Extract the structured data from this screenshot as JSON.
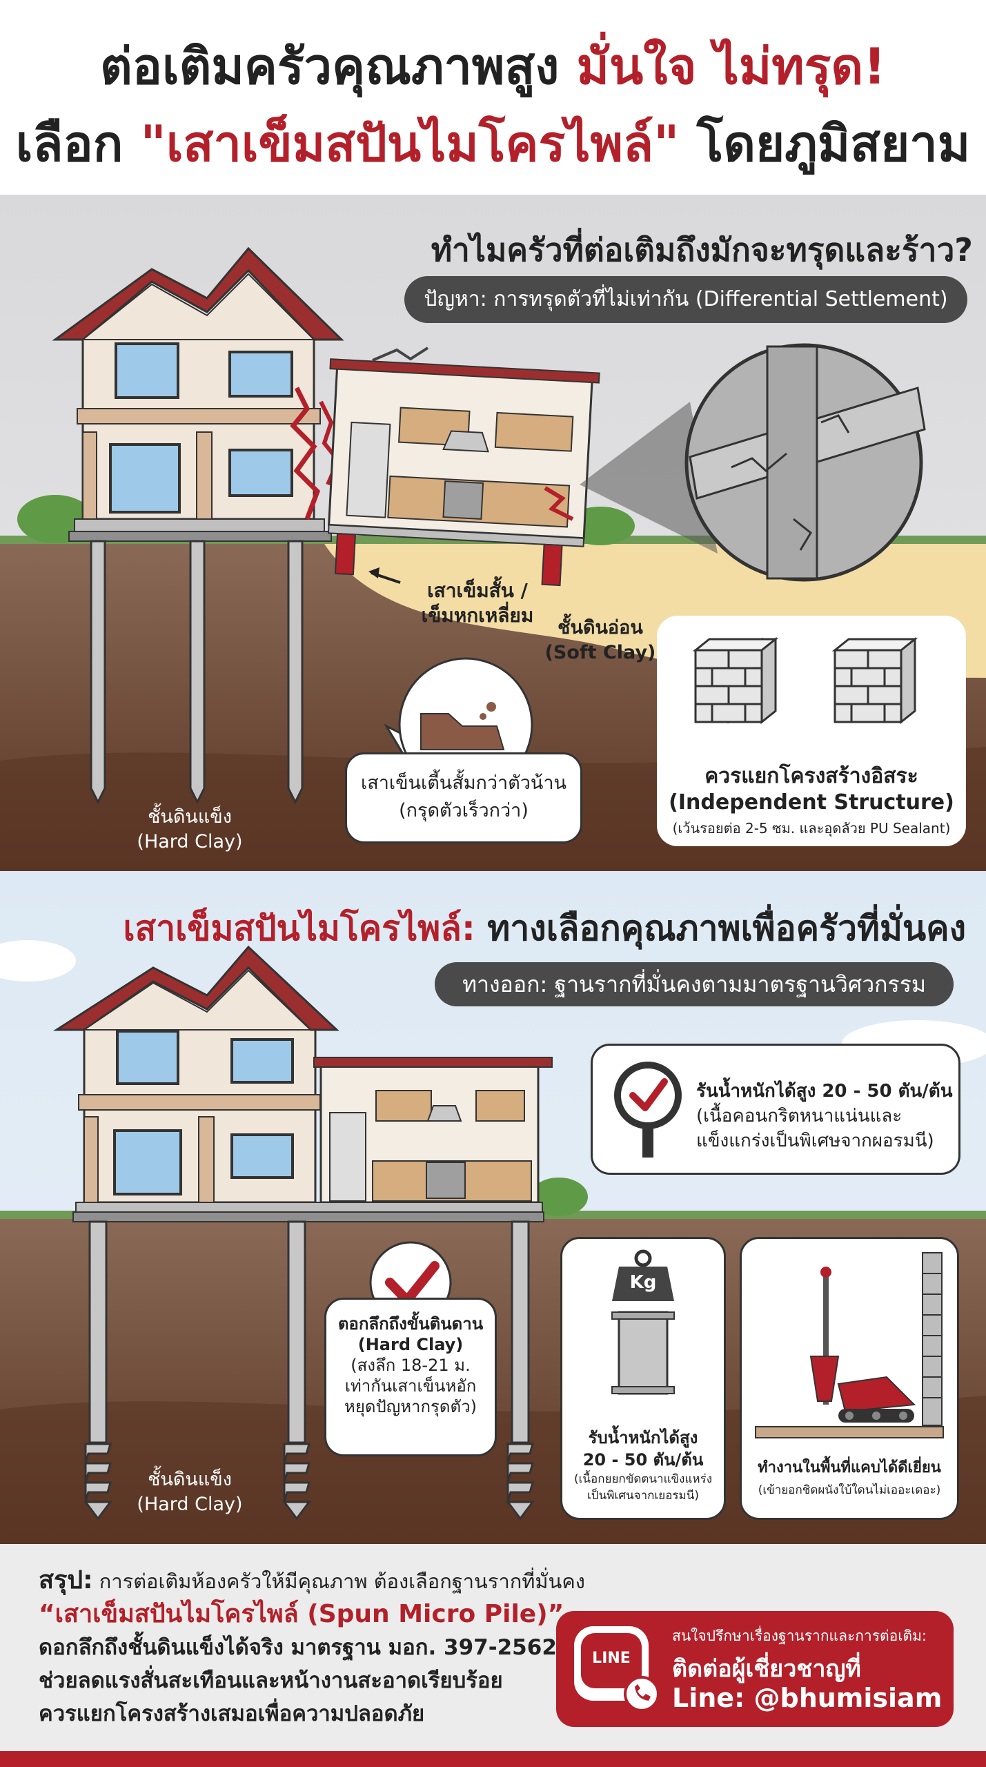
{
  "header": {
    "line1_black": "ต่อเติมครัวคุณภาพสูง ",
    "line1_red": "มั่นใจ ไม่ทรุด!",
    "line2_black_a": "เลือก ",
    "line2_red": "\"เสาเข็มสปันไมโครไพล์\"",
    "line2_black_b": " โดยภูมิสยาม"
  },
  "problem": {
    "title": "ทำไมครัวที่ต่อเติมถึงมักจะทรุดและร้าว?",
    "pill": "ปัญหา: การทรุดตัวที่ไม่เท่ากัน (Differential Settlement)",
    "short_pile_label_1": "เสาเข็มสั้น /",
    "short_pile_label_2": "เข็มหกเหลี่ยม",
    "soft_clay_1": "ชั้นดินอ่อน",
    "soft_clay_2": "(Soft Clay)",
    "hard_clay_1": "ชั้นดินแข็ง",
    "hard_clay_2": "(Hard Clay)",
    "shallow_note_1": "เสาเข็นเตี้นสั้มกว่าตัวน้าน",
    "shallow_note_2": "(กรุดตัวเร็วกว่า)",
    "independent_1": "ควรแยกโครงสร้างอิสระ",
    "independent_2": "(Independent Structure)",
    "independent_3": "(เว้นรอยต่อ 2-5 ซม. และอุดลัวย PU Sealant)"
  },
  "solution": {
    "title_red": "เสาเข็มสปันไมโครไพล์:",
    "title_black": " ทางเลือกคุณภาพเพื่อครัวที่มั่นคง",
    "pill": "ทางออก: ฐานรากที่มั่นคงตามมาตรฐานวิศวกรรม",
    "load_1": "รันน้ำหนักได้สูง 20 - 50 ตัน/ต้น",
    "load_2": "(เนื้อคอนกริตหนาแน่นและ",
    "load_3": "แข็งแกร่งเป็นพิเศษจากผอรมนี)",
    "drill_1": "ตอกลึกถึงขั้นตินดาน",
    "drill_2": "(Hard Clay)",
    "drill_3": "(สงลึก 18-21 ม.",
    "drill_4": "เท่ากันเสาเข็นหอัก",
    "drill_5": "หยุดปัญหากรุดตัว)",
    "kg_label": "Kg",
    "load2_1": "รับน้ำหนักได้สูง",
    "load2_2": "20 - 50 ตัน/ต้น",
    "load2_3": "(เนื้อกยยกขัดตนาแขิงแหร่ง",
    "load2_4": "เป็นพิเศนจากเยอรมนี)",
    "narrow_1": "ทำงานในพื้นที่แคบได้ดีเยี่ยน",
    "narrow_2": "(เข้ายอกชิดผนังใบ้ใดนไม่เออะเดอะ)",
    "hard_clay_1": "ชั้นดินแข็ง",
    "hard_clay_2": "(Hard Clay)"
  },
  "summary": {
    "label_bold": "สรุป:",
    "line1": " การต่อเติมห้องครัวให้มีคุณภาพ ต้องเลือกฐานรากที่มั่นคง",
    "line2": "“เสาเข็มสปันไมโครไพล์ (Spun Micro Pile)”",
    "line3": "ดอกลึกถึงชั้นดินแข็งได้จริง มาตรฐาน มอก. 397-2562",
    "line4": "ช่วยลดแรงสั่นสะเทือนและหน้างานสะอาดเรียบร้อย",
    "line5": "ควรแยกโครงสร้างเสมอเพื่อความปลอดภัย"
  },
  "cta": {
    "line_logo": "LINE",
    "small": "สนใจปรึกษาเรื่องฐานรากและการต่อเติม:",
    "big1": "ติดต่อผู้เชี่ยวชาญที่",
    "big2": "Line: @bhumisiam"
  },
  "colors": {
    "accent_red": "#b3202a",
    "dark_text": "#222222",
    "pill_gray": "#4a4a4a",
    "soil_brown": "#7a5543",
    "soft_clay": "#f3dda5"
  },
  "icons": [
    "crack-icon",
    "magnifier-check-icon",
    "check-bubble-icon",
    "weight-kg-icon",
    "drill-rig-icon",
    "line-app-icon",
    "phone-icon",
    "brick-block-icon",
    "soil-crumble-icon"
  ]
}
